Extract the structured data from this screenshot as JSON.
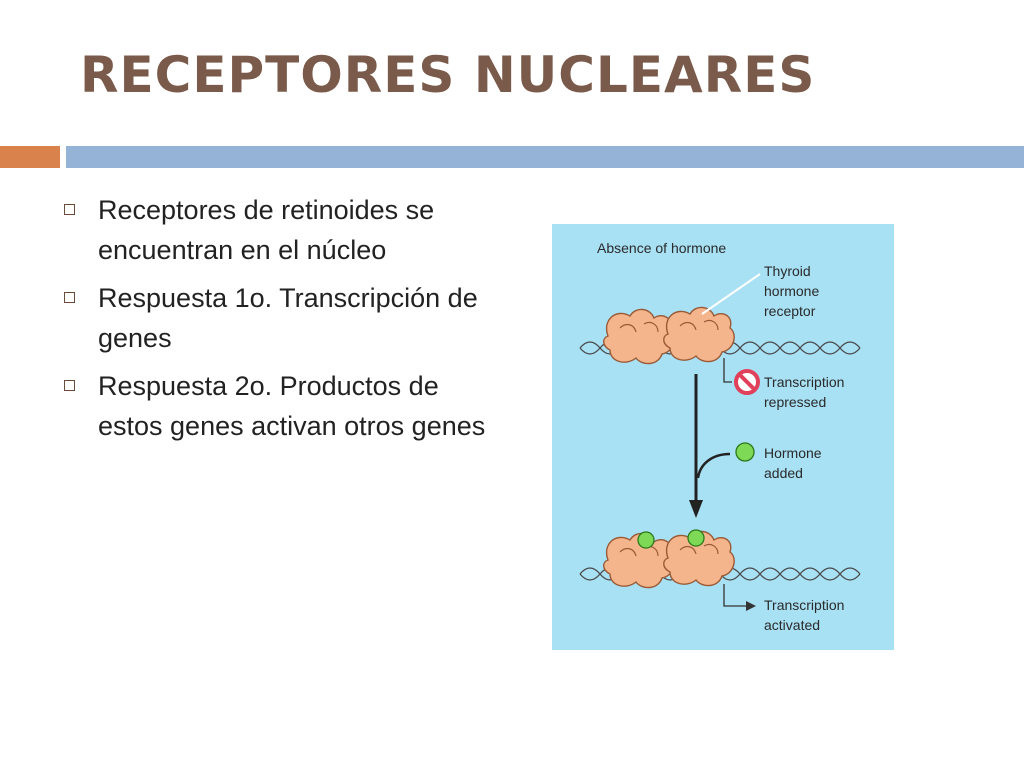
{
  "slide": {
    "title": "Receptores nucleares",
    "bullets": [
      "Receptores de retinoides se encuentran en el núcleo",
      "Respuesta 1o. Transcripción de genes",
      "Respuesta 2o. Productos de estos genes activan otros genes"
    ]
  },
  "colors": {
    "title": "#7a5a4a",
    "accent_orange": "#d9824b",
    "accent_blue": "#95b3d7",
    "figure_bg": "#a8e0f4",
    "receptor": "#f5b58c",
    "hormone": "#7ed957",
    "stop_sign": "#e0405a"
  },
  "figure": {
    "header": "Absence of hormone",
    "receptor_label": [
      "Thyroid",
      "hormone",
      "receptor"
    ],
    "repressed_label": [
      "Transcription",
      "repressed"
    ],
    "hormone_label": [
      "Hormone",
      "added"
    ],
    "activated_label": [
      "Transcription",
      "activated"
    ]
  }
}
